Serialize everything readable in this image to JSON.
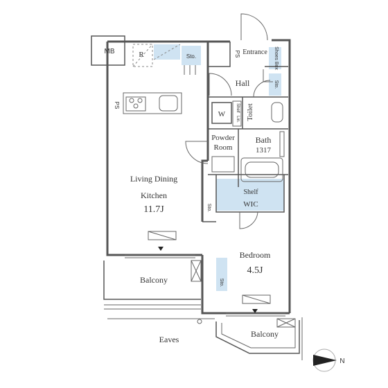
{
  "rooms": {
    "ldk": {
      "name_line1": "Living Dining",
      "name_line2": "Kitchen",
      "size": "11.7J"
    },
    "bedroom": {
      "name": "Bedroom",
      "size": "4.5J"
    },
    "bath": {
      "name": "Bath",
      "size": "1317"
    },
    "powder": {
      "name_line1": "Powder",
      "name_line2": "Room"
    },
    "toilet": {
      "name": "Toilet"
    },
    "hall": {
      "name": "Hall"
    },
    "entrance": {
      "name": "Entrance"
    },
    "wic": {
      "name": "WIC",
      "shelf": "Shelf"
    },
    "balcony_main": {
      "name": "Balcony"
    },
    "balcony_side": {
      "name": "Balcony"
    },
    "eaves": {
      "name": "Eaves"
    },
    "mb": {
      "name": "MB"
    },
    "refrigerator": {
      "name": "R"
    },
    "washer": {
      "name": "W"
    }
  },
  "fixtures": {
    "ps": "PS",
    "storage": "Sto.",
    "shoes_box": "Shoes Box",
    "linen": "Lin.",
    "shelf": "Shelf"
  },
  "compass": {
    "label": "N"
  },
  "colors": {
    "wall": "#555555",
    "storage_fill": "#cfe3f2",
    "background": "#ffffff"
  }
}
